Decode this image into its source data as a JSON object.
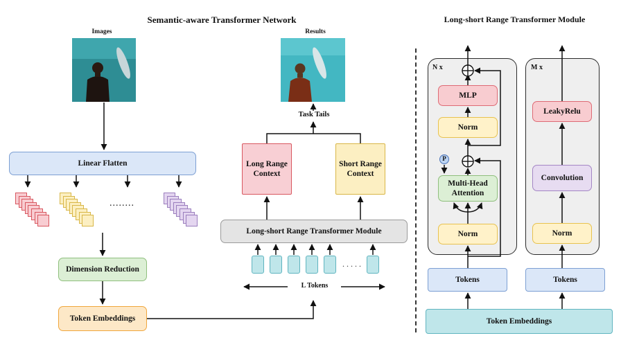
{
  "titles": {
    "left": "Semantic-aware Transformer Network",
    "right": "Long-short Range Transformer Module"
  },
  "left": {
    "images_label": "Images",
    "results_label": "Results",
    "linear_flatten": "Linear Flatten",
    "dots": "........",
    "dimension_reduction": "Dimension Reduction",
    "token_embeddings": "Token Embeddings",
    "lsr_module": "Long-short Range Transformer Module",
    "token_dots": ". . . . .",
    "l_tokens": "L Tokens",
    "task_tails": "Task Tails",
    "long_range": "Long Range Context",
    "short_range": "Short Range Context"
  },
  "right": {
    "n_label": "N x",
    "m_label": "M x",
    "mlp": "MLP",
    "norm_top": "Norm",
    "mha": "Multi-Head Attention",
    "norm_bottom": "Norm",
    "p_label": "P",
    "leaky_relu": "LeakyRelu",
    "convolution": "Convolution",
    "norm_m": "Norm",
    "tokens_left": "Tokens",
    "tokens_right": "Tokens",
    "token_embeddings": "Token Embeddings"
  },
  "colors": {
    "blue": "#dbe7f8",
    "green": "#dcefd5",
    "orange": "#fde8c7",
    "yellow": "#fff2c9",
    "red": "#f8ccd0",
    "purple": "#e7dcf1",
    "teal": "#bfe6ea",
    "gray": "#e4e4e4"
  }
}
